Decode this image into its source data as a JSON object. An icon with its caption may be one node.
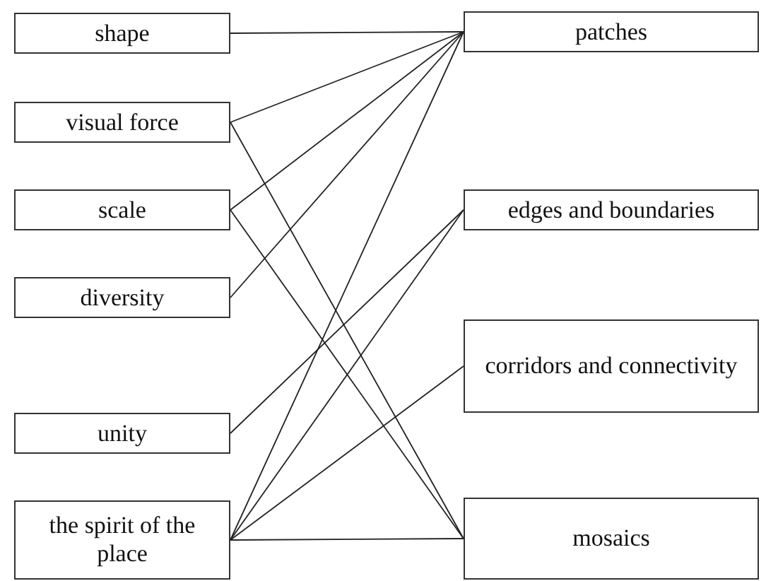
{
  "diagram": {
    "nodes": [
      {
        "text": [
          "shape"
        ]
      },
      {
        "text": [
          "visual force"
        ]
      },
      {
        "text": [
          "scale"
        ]
      },
      {
        "text": [
          "diversity"
        ]
      },
      {
        "text": [
          "unity"
        ]
      },
      {
        "text": [
          "the spirit of the place"
        ]
      },
      {
        "text": [
          "patches"
        ]
      },
      {
        "text": [
          "edges and boundaries"
        ]
      },
      {
        "text": [
          "corridors and connectivity"
        ]
      },
      {
        "text": [
          "mosaics"
        ]
      }
    ],
    "edges": [
      {
        "from": 0,
        "to": 6,
        "arrow": "none"
      },
      {
        "from": 1,
        "to": 6,
        "arrow": "none"
      },
      {
        "from": 1,
        "to": 9,
        "arrow": "none"
      },
      {
        "from": 2,
        "to": 6,
        "arrow": "none"
      },
      {
        "from": 2,
        "to": 9,
        "arrow": "none"
      },
      {
        "from": 3,
        "to": 6,
        "arrow": "none"
      },
      {
        "from": 4,
        "to": 7,
        "arrow": "none"
      },
      {
        "from": 5,
        "to": 6,
        "arrow": "none"
      },
      {
        "from": 5,
        "to": 7,
        "arrow": "none"
      },
      {
        "from": 5,
        "to": 8,
        "arrow": "none"
      },
      {
        "from": 5,
        "to": 9,
        "arrow": "none"
      }
    ]
  }
}
